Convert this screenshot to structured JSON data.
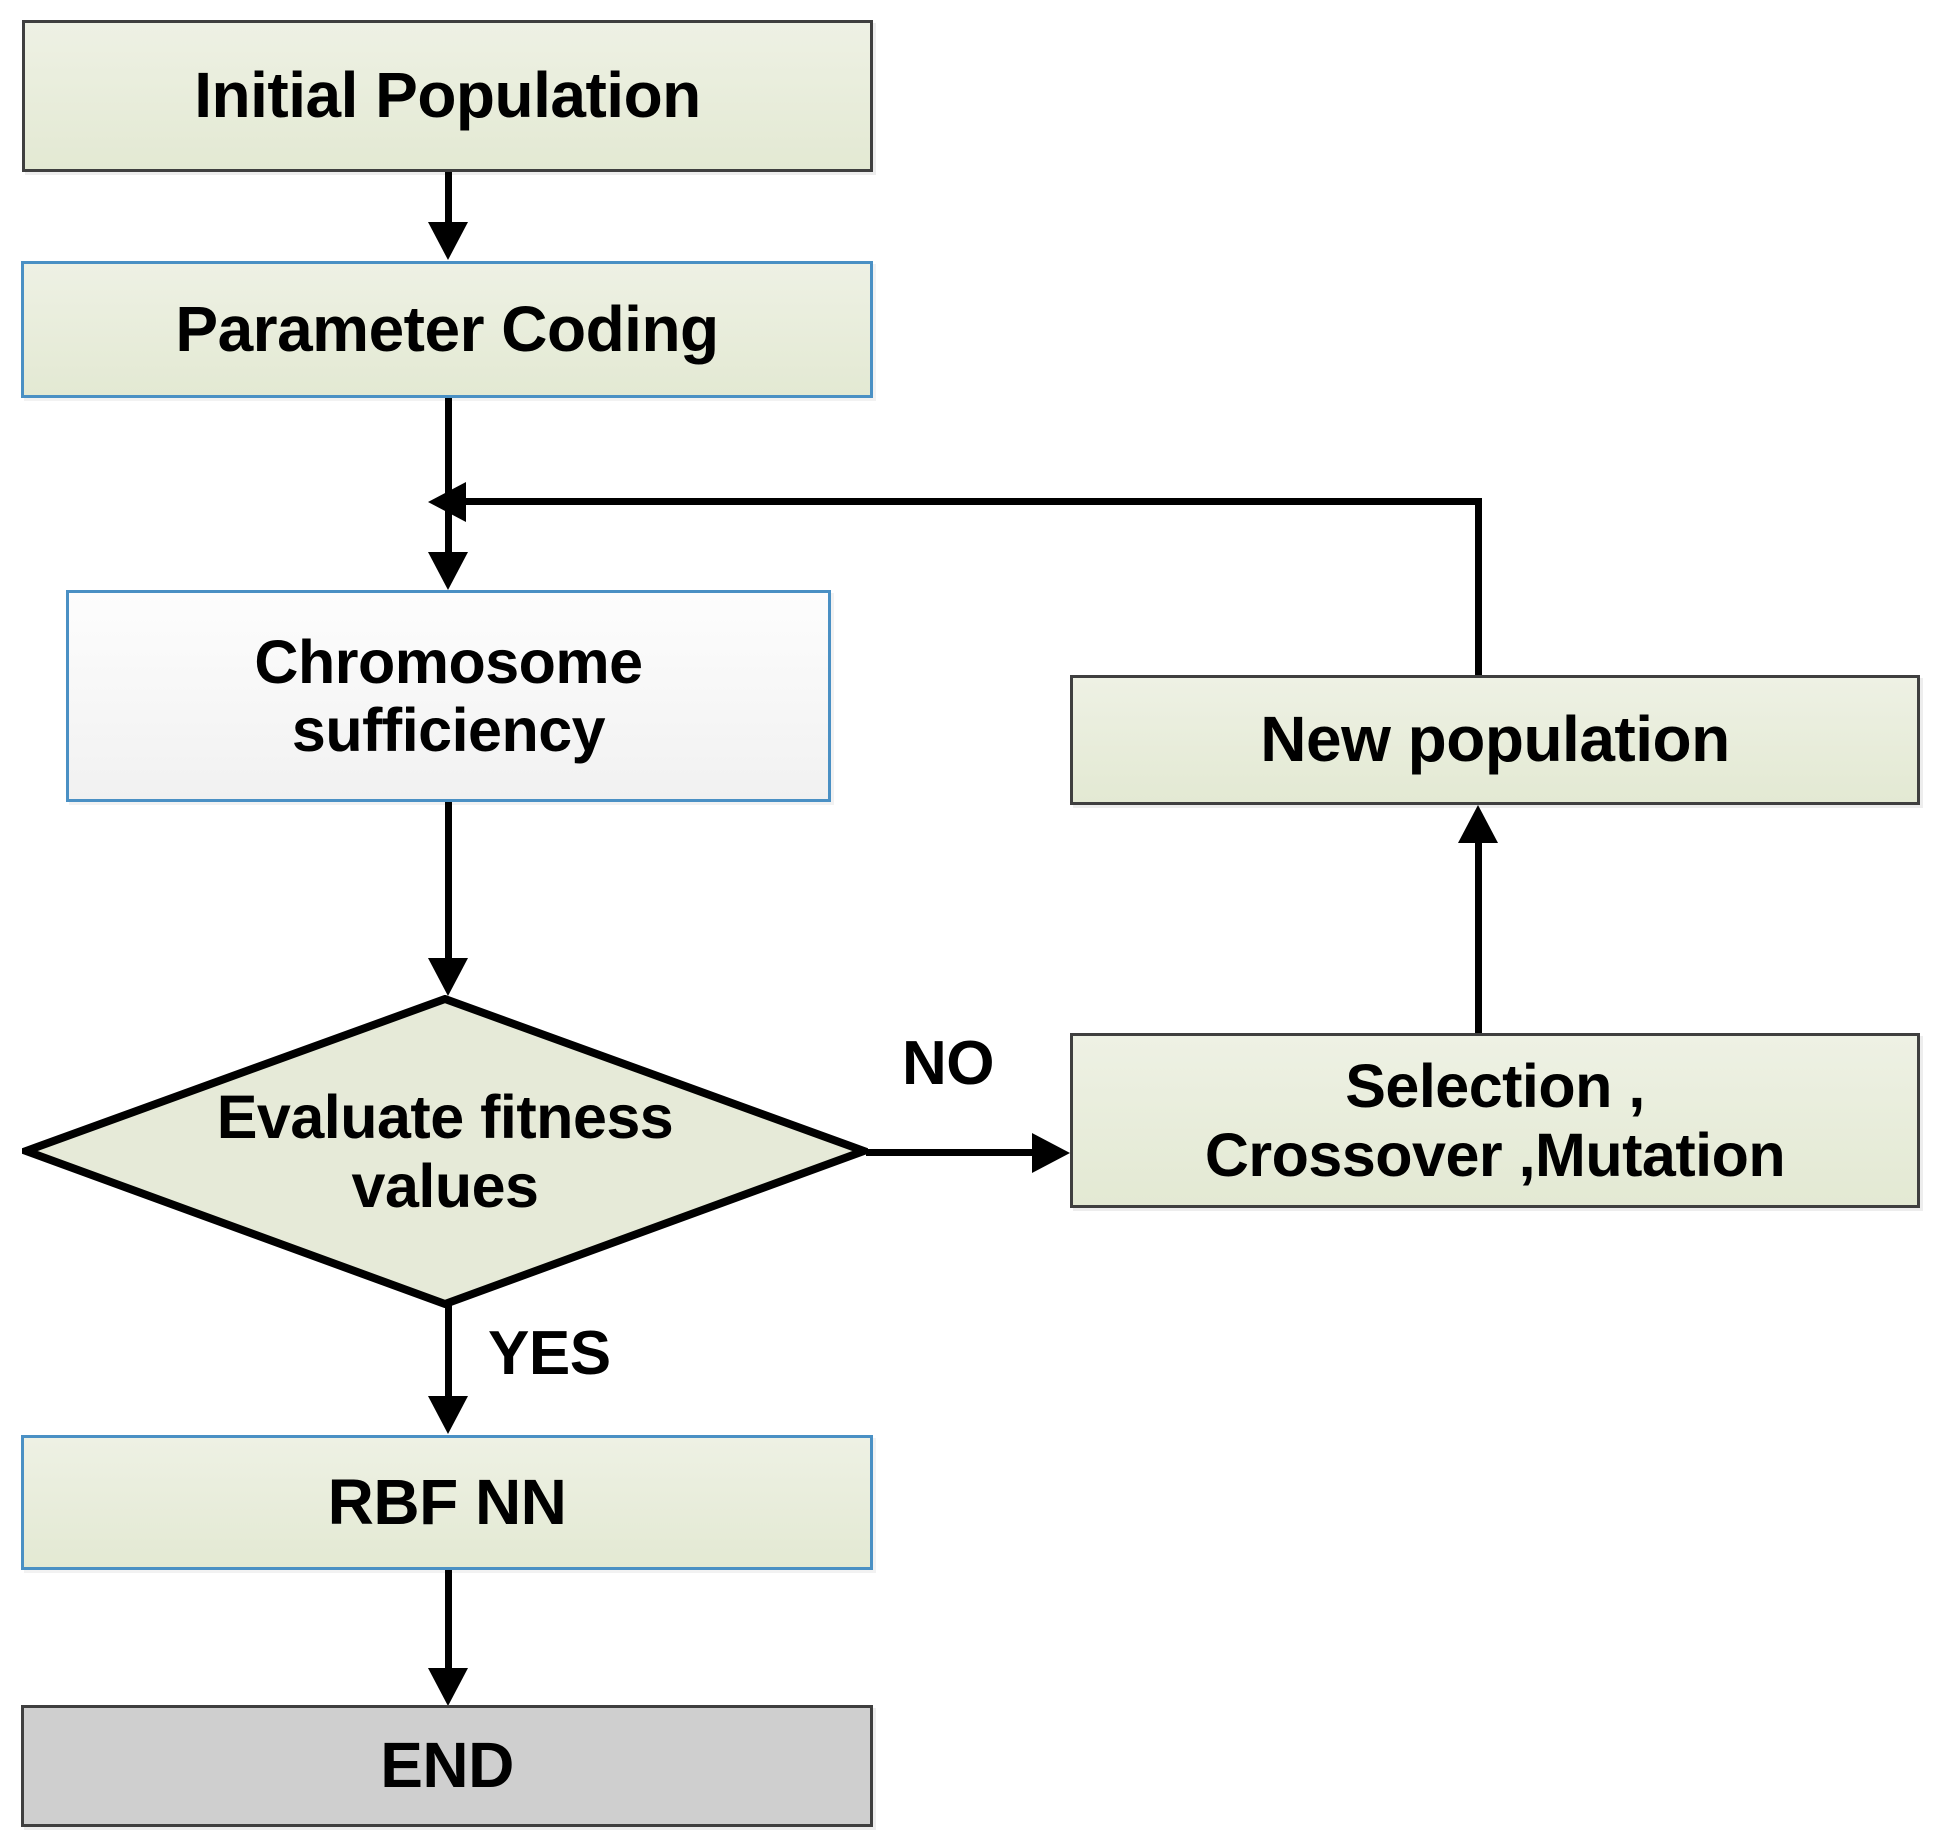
{
  "diagram": {
    "title": "Genetic Algorithm optimized RBF Neural Network flowchart",
    "colors": {
      "box_fill_green_top": "#eef1e4",
      "box_fill_green_bottom": "#e3e9d3",
      "box_fill_white_top": "#fdfdfd",
      "box_fill_white_bottom": "#f1f1f1",
      "box_fill_gray": "#cfcfcf",
      "border_dark": "#3f3f3f",
      "border_blue": "#4a90c4",
      "connector": "#000000",
      "background": "#ffffff"
    },
    "nodes": [
      {
        "id": "initial-population",
        "label": "Initial Population",
        "shape": "process",
        "style": "green-dark"
      },
      {
        "id": "parameter-coding",
        "label": "Parameter Coding",
        "shape": "process",
        "style": "green-blue"
      },
      {
        "id": "chromosome-sufficiency",
        "label": "Chromosome\nsufficiency",
        "shape": "process",
        "style": "white-blue"
      },
      {
        "id": "evaluate-fitness",
        "label": "Evaluate fitness\nvalues",
        "shape": "decision",
        "style": "green-black"
      },
      {
        "id": "rbf-nn",
        "label": "RBF NN",
        "shape": "process",
        "style": "green-blue"
      },
      {
        "id": "end",
        "label": "END",
        "shape": "terminator",
        "style": "gray"
      },
      {
        "id": "new-population",
        "label": "New population",
        "shape": "process",
        "style": "green-dark"
      },
      {
        "id": "selection-crossover-mutation",
        "label": "Selection ,\nCrossover ,Mutation",
        "shape": "process",
        "style": "green-dark"
      }
    ],
    "node_labels": {
      "initial_population": "Initial Population",
      "parameter_coding": "Parameter Coding",
      "chromosome_sufficiency_line1": "Chromosome",
      "chromosome_sufficiency_line2": "sufficiency",
      "evaluate_fitness_line1": "Evaluate fitness",
      "evaluate_fitness_line2": "values",
      "rbf_nn": "RBF NN",
      "end": "END",
      "new_population": "New population",
      "selection_line1": "Selection ,",
      "selection_line2": "Crossover ,Mutation"
    },
    "edge_labels": {
      "no": "NO",
      "yes": "YES"
    },
    "edges": [
      {
        "from": "initial-population",
        "to": "parameter-coding",
        "label": ""
      },
      {
        "from": "parameter-coding",
        "to": "chromosome-sufficiency",
        "label": ""
      },
      {
        "from": "chromosome-sufficiency",
        "to": "evaluate-fitness",
        "label": ""
      },
      {
        "from": "evaluate-fitness",
        "to": "selection-crossover-mutation",
        "label": "NO"
      },
      {
        "from": "evaluate-fitness",
        "to": "rbf-nn",
        "label": "YES"
      },
      {
        "from": "selection-crossover-mutation",
        "to": "new-population",
        "label": ""
      },
      {
        "from": "new-population",
        "to": "parameter-coding",
        "label": ""
      },
      {
        "from": "rbf-nn",
        "to": "end",
        "label": ""
      }
    ]
  }
}
